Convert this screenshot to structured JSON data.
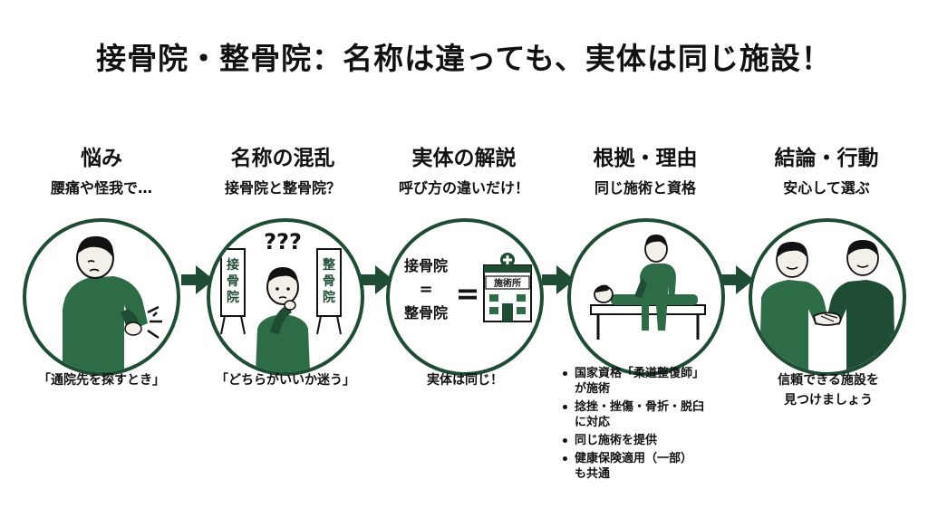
{
  "title": "接骨院・整骨院：名称は違っても、実体は同じ施設！",
  "colors": {
    "primary": "#1f4d33",
    "accent": "#2e6b47",
    "skin": "#f3f0ea",
    "text": "#111111"
  },
  "steps": [
    {
      "title": "悩み",
      "subtitle": "腰痛や怪我で…",
      "caption": "「通院先を探すとき」",
      "icon": "back-pain-icon"
    },
    {
      "title": "名称の混乱",
      "subtitle": "接骨院と整骨院？",
      "caption": "「どちらがいいか迷う」",
      "icon": "confused-person-icon",
      "signs": {
        "left": [
          "接",
          "骨",
          "院"
        ],
        "right": [
          "整",
          "骨",
          "院"
        ],
        "question": "???"
      }
    },
    {
      "title": "実体の解説",
      "subtitle": "呼び方の違いだけ！",
      "caption": "実体は同じ！",
      "icon": "equivalence-icon",
      "equivalence": {
        "top": "接骨院",
        "eq_small": "=",
        "bottom": "整骨院",
        "eq_big": "=",
        "building": "施術所"
      }
    },
    {
      "title": "根拠・理由",
      "subtitle": "同じ施術と資格",
      "icon": "treatment-icon",
      "notes": [
        [
          "国家資格「柔道整復師」",
          "が施術"
        ],
        [
          "捻挫・挫傷・骨折・脱臼",
          "に対応"
        ],
        [
          "同じ施術を提供"
        ],
        [
          "健康保険適用（一部）",
          "も共通"
        ]
      ]
    },
    {
      "title": "結論・行動",
      "subtitle": "安心して選ぶ",
      "caption_lines": [
        "信頼できる施設を",
        "見つけましょう"
      ],
      "icon": "handshake-icon"
    }
  ]
}
